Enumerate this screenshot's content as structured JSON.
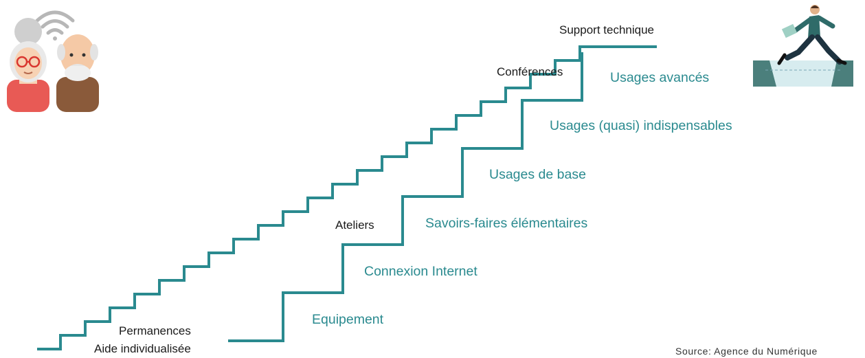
{
  "diagram": {
    "left_staircase_labels": [
      "Support technique",
      "Conférences",
      "Ateliers",
      "Permanences",
      "Aide individualisée"
    ],
    "right_staircase_labels": [
      "Usages avancés",
      "Usages (quasi) indispensables",
      "Usages de base",
      "Savoirs-faires élémentaires",
      "Connexion Internet",
      "Equipement"
    ],
    "source": "Source: Agence du Numérique",
    "stair_color": "#2a8a8f",
    "icons": [
      "elderly-couple-icon",
      "wifi-icon",
      "running-businessman-icon"
    ]
  }
}
